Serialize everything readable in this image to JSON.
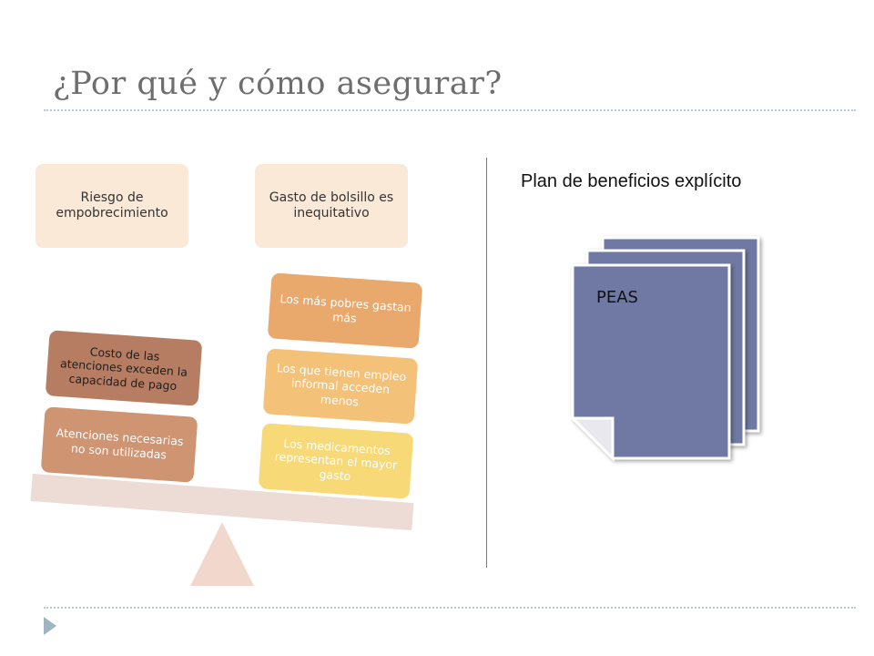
{
  "slide": {
    "title": "¿Por qué y cómo asegurar?",
    "left_top_box": "Riesgo de empobrecimiento",
    "right_top_box": "Gasto de bolsillo es inequitativo",
    "left_stack": [
      "Costo de las atenciones exceden la capacidad de pago",
      "Atenciones necesarias no son utilizadas"
    ],
    "right_stack": [
      "Los más pobres gastan más",
      "Los que tienen empleo informal acceden menos",
      "Los medicamentos representan el mayor gasto"
    ],
    "plan_title": "Plan de beneficios explícito",
    "plan_label": "PEAS"
  },
  "colors": {
    "title": "#6e6e6e",
    "top_box": "#fbe9d8",
    "brown_dark": "#b77d62",
    "brown_light": "#cf9472",
    "orange": "#e9a96d",
    "orange_light": "#f4c178",
    "yellow": "#f8d977",
    "plank": "#eddcd6",
    "fulcrum": "#f2d8cc",
    "document": "#7079a4",
    "divider": "#b9cad2",
    "nav_arrow": "#9fb6c2"
  },
  "icons": {
    "documents": "stacked-document-icon",
    "nav": "triangle-right-icon"
  }
}
